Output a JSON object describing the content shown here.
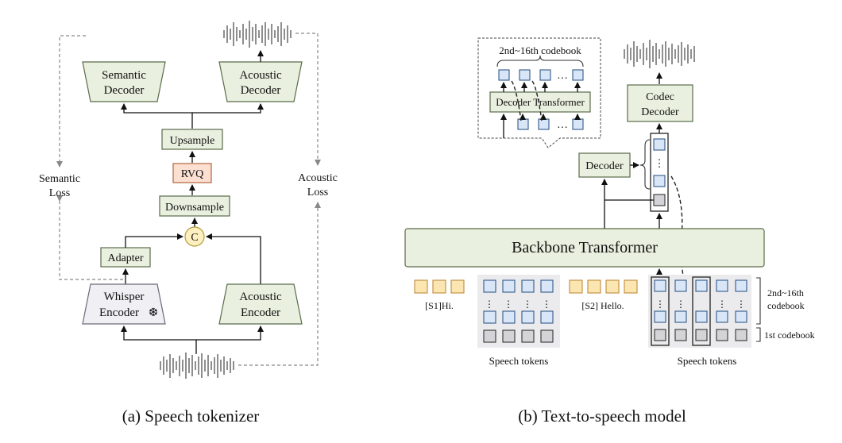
{
  "tokenizer": {
    "semantic_decoder": [
      "Semantic",
      "Decoder"
    ],
    "acoustic_decoder": [
      "Acoustic",
      "Decoder"
    ],
    "upsample": "Upsample",
    "rvq": "RVQ",
    "downsample": "Downsample",
    "concat": "C",
    "adapter": "Adapter",
    "whisper_encoder": [
      "Whisper",
      "Encoder"
    ],
    "snowflake": "❆",
    "acoustic_encoder": [
      "Acoustic",
      "Encoder"
    ],
    "semantic_loss": [
      "Semantic",
      "Loss"
    ],
    "acoustic_loss": [
      "Acoustic",
      "Loss"
    ],
    "caption": "(a) Speech tokenizer"
  },
  "tts": {
    "codebook_range": "2nd~16th codebook",
    "decoder_transformer": "Decoder Transformer",
    "ellipsis": "…",
    "codec_decoder": [
      "Codec",
      "Decoder"
    ],
    "decoder": "Decoder",
    "backbone": "Backbone Transformer",
    "speaker1": "[S1]Hi.",
    "speaker2": "[S2] Hello.",
    "speech_tokens_1": "Speech tokens",
    "speech_tokens_2": "Speech tokens",
    "label_upper": [
      "2nd~16th",
      "codebook"
    ],
    "label_lower": "1st codebook",
    "caption": "(b) Text-to-speech model"
  }
}
